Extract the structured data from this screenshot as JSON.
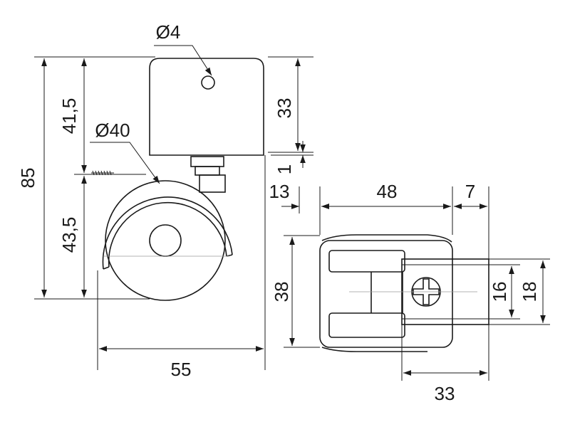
{
  "drawing": {
    "colors": {
      "line": "#1a1a1a",
      "background": "#ffffff",
      "centerline": "#9a9a9a"
    },
    "dimensions": {
      "stem_hole_dia": "Ø4",
      "overall_height": "85",
      "stem_height": "41,5",
      "wheel_dia": "Ø40",
      "wheel_half_height": "43,5",
      "socket_height": "33",
      "gap": "1",
      "overall_width": "55",
      "hub_offset": "13",
      "wheel_span": "48",
      "axle_overhang": "7",
      "hub_height": "38",
      "inner_hub": "16",
      "outer_hub": "18",
      "axle_length": "33"
    }
  }
}
